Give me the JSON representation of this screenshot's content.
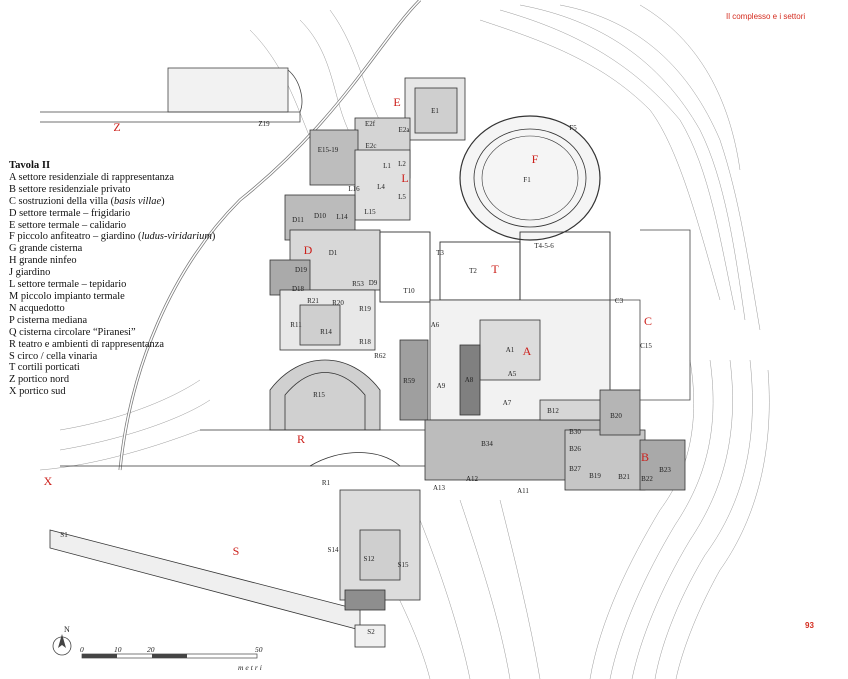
{
  "header_label": "Il complesso e i settori",
  "page_number": "93",
  "legend": {
    "title": "Tavola II",
    "items": [
      {
        "prefix": "A settore residenziale di rappresentanza"
      },
      {
        "prefix": "B settore residenziale privato"
      },
      {
        "prefix": "C sostruzioni della villa (",
        "em": "basis villae",
        "suffix": ")"
      },
      {
        "prefix": "D settore termale – frigidario"
      },
      {
        "prefix": "E settore termale – calidario"
      },
      {
        "prefix": "F piccolo anfiteatro – giardino (",
        "em": "ludus-viridarium",
        "suffix": ")"
      },
      {
        "prefix": "G grande cisterna"
      },
      {
        "prefix": "H grande ninfeo"
      },
      {
        "prefix": "J giardino"
      },
      {
        "prefix": "L settore termale – tepidario"
      },
      {
        "prefix": "M piccolo impianto termale"
      },
      {
        "prefix": "N acquedotto"
      },
      {
        "prefix": "P cisterna mediana"
      },
      {
        "prefix": "Q cisterna circolare “Piranesi”"
      },
      {
        "prefix": "R teatro e ambienti di rappresentanza"
      },
      {
        "prefix": "S circo / cella vinaria"
      },
      {
        "prefix": "T cortili porticati"
      },
      {
        "prefix": "Z portico nord"
      },
      {
        "prefix": "X portico sud"
      }
    ]
  },
  "sectors": [
    "Z",
    "E",
    "F",
    "L",
    "D",
    "T",
    "C",
    "A",
    "R",
    "B",
    "X",
    "S"
  ],
  "room_labels": [
    "Z19",
    "E1",
    "E2f",
    "E2a",
    "E2c",
    "E15-19",
    "F5",
    "F1",
    "L1",
    "L2",
    "L16",
    "L4",
    "L5",
    "L15",
    "L14",
    "D11",
    "D10",
    "D1",
    "T3",
    "T2",
    "T4-5-6",
    "D19",
    "D18",
    "R53",
    "D9",
    "T10",
    "R21",
    "R20",
    "R19",
    "C3",
    "R11",
    "R14",
    "A6",
    "R18",
    "A1",
    "C15",
    "R62",
    "A5",
    "R59",
    "A9",
    "A8",
    "A7",
    "R15",
    "B12",
    "B20",
    "B30",
    "B34",
    "B26",
    "B27",
    "B19",
    "B21",
    "B22",
    "B23",
    "R1",
    "A13",
    "A12",
    "A11",
    "S1",
    "S14",
    "S12",
    "S15",
    "S2"
  ],
  "scale": {
    "ticks": [
      "0",
      "10",
      "20",
      "50"
    ],
    "unit": "metri",
    "north": "N"
  },
  "colors": {
    "sector_red": "#cc1f1a",
    "ink": "#222222"
  }
}
